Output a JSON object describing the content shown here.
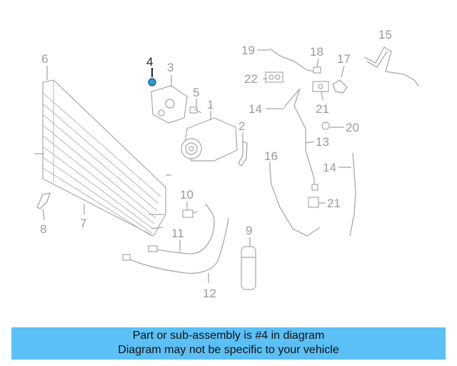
{
  "colors": {
    "banner_bg": "#5bc0f5",
    "highlight_part": "#2a9bd6",
    "drawing_gray": "#a8a8a8"
  },
  "labels": {
    "l1": "1",
    "l2": "2",
    "l3": "3",
    "l4": "4",
    "l5": "5",
    "l6": "6",
    "l7": "7",
    "l8": "8",
    "l9": "9",
    "l10": "10",
    "l11": "11",
    "l12": "12",
    "l13": "13",
    "l14a": "14",
    "l14b": "14",
    "l15": "15",
    "l16": "16",
    "l17": "17",
    "l18": "18",
    "l19": "19",
    "l20": "20",
    "l21a": "21",
    "l21b": "21",
    "l22": "22"
  },
  "banner": {
    "line1": "Part or sub-assembly is #4 in diagram",
    "line2": "Diagram may not be specific to your vehicle"
  }
}
